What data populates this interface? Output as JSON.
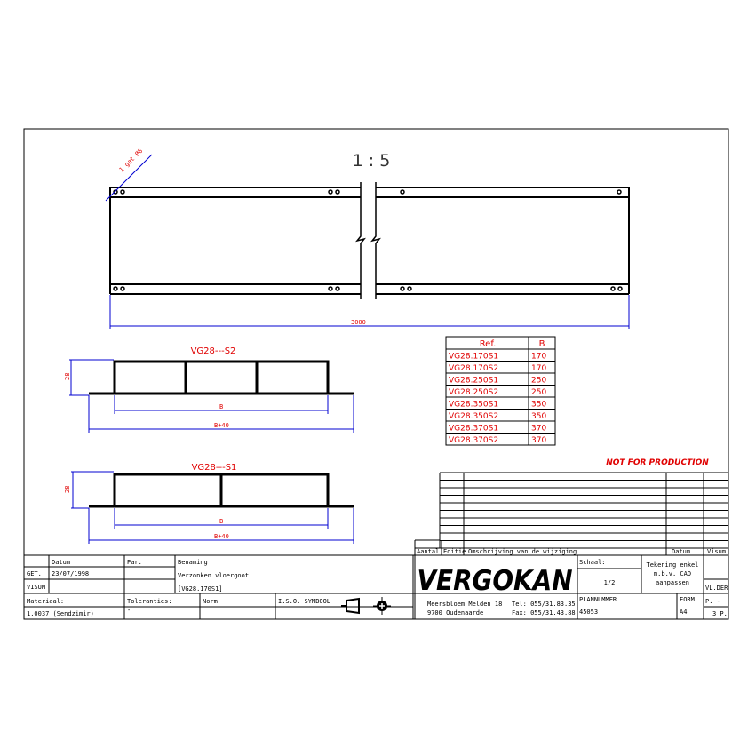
{
  "scale_label": "1 : 5",
  "hole_note": "1 gat Ø6",
  "length_dim": "3000",
  "sections": [
    {
      "title": "VG28---S2",
      "height_dim": "28",
      "width_dim": "B",
      "total_dim": "B+40"
    },
    {
      "title": "VG28---S1",
      "height_dim": "28",
      "width_dim": "B",
      "total_dim": "B+40"
    }
  ],
  "ref_table": {
    "headers": [
      "Ref.",
      "B"
    ],
    "rows": [
      [
        "VG28.170S1",
        "170"
      ],
      [
        "VG28.170S2",
        "170"
      ],
      [
        "VG28.250S1",
        "250"
      ],
      [
        "VG28.250S2",
        "250"
      ],
      [
        "VG28.350S1",
        "350"
      ],
      [
        "VG28.350S2",
        "350"
      ],
      [
        "VG28.370S1",
        "370"
      ],
      [
        "VG28.370S2",
        "370"
      ]
    ]
  },
  "watermark": "NOT FOR PRODUCTION",
  "revision": {
    "aantal": "Aantal",
    "editie": "Editie",
    "omschrijving": "Omschrijving van de wijziging",
    "datum": "Datum",
    "visum": "Visum"
  },
  "title_block": {
    "datum_label": "Datum",
    "par_label": "Par.",
    "benaming_label": "Benaming",
    "get_label": "GET.",
    "get_date": "23/07/1998",
    "visum_label": "VISUM",
    "title_line1": "Verzonken vloergoot",
    "title_line2": "[VG28.170S1]",
    "materiaal_label": "Materiaal:",
    "materiaal_value": "1.0037 (Sendzimir)",
    "toleranties_label": "Toleranties:",
    "toleranties_value": "-",
    "norm_label": "Norm",
    "iso_label": "I.S.O. SYMBOOL",
    "company": "VERGOKAN",
    "address1": "Meersbloem Melden 18",
    "address2": "9700 Oudenaarde",
    "tel": "Tel: 055/31.83.35",
    "fax": "Fax: 055/31.43.88",
    "schaal_label": "Schaal:",
    "schaal_value": "1/2",
    "note_line1": "Tekening enkel",
    "note_line2": "m.b.v. CAD",
    "note_line3": "aanpassen",
    "vlder": "VL.DER",
    "planummer_label": "PLANNUMMER",
    "planummer_value": "45053",
    "form_label": "FORM",
    "form_value": "A4",
    "page_label": "P. -",
    "pages": "3 P."
  }
}
